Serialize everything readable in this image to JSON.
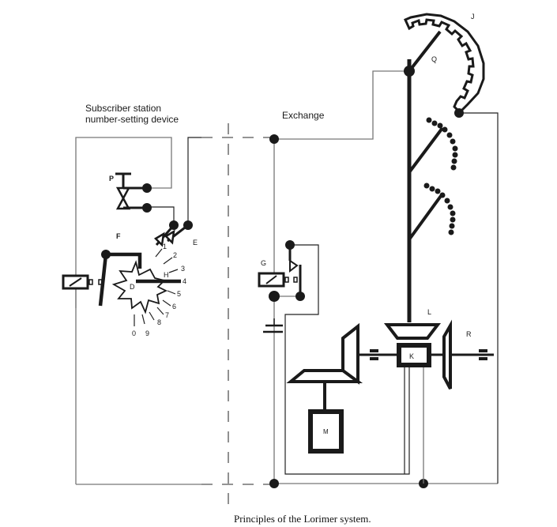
{
  "figure": {
    "caption": "Principles of the Lorimer system.",
    "sections": {
      "subscriber": "Subscriber station",
      "subscriber_line2": "number-setting device",
      "exchange": "Exchange"
    },
    "component_labels": {
      "P": "P",
      "E": "E",
      "F": "F",
      "D": "D",
      "H": "H",
      "G": "G",
      "J": "J",
      "Q": "Q",
      "L": "L",
      "R": "R",
      "K": "K",
      "M": "M"
    },
    "dial_numbers": [
      "1",
      "2",
      "3",
      "4",
      "5",
      "6",
      "7",
      "8",
      "9",
      "0"
    ]
  }
}
